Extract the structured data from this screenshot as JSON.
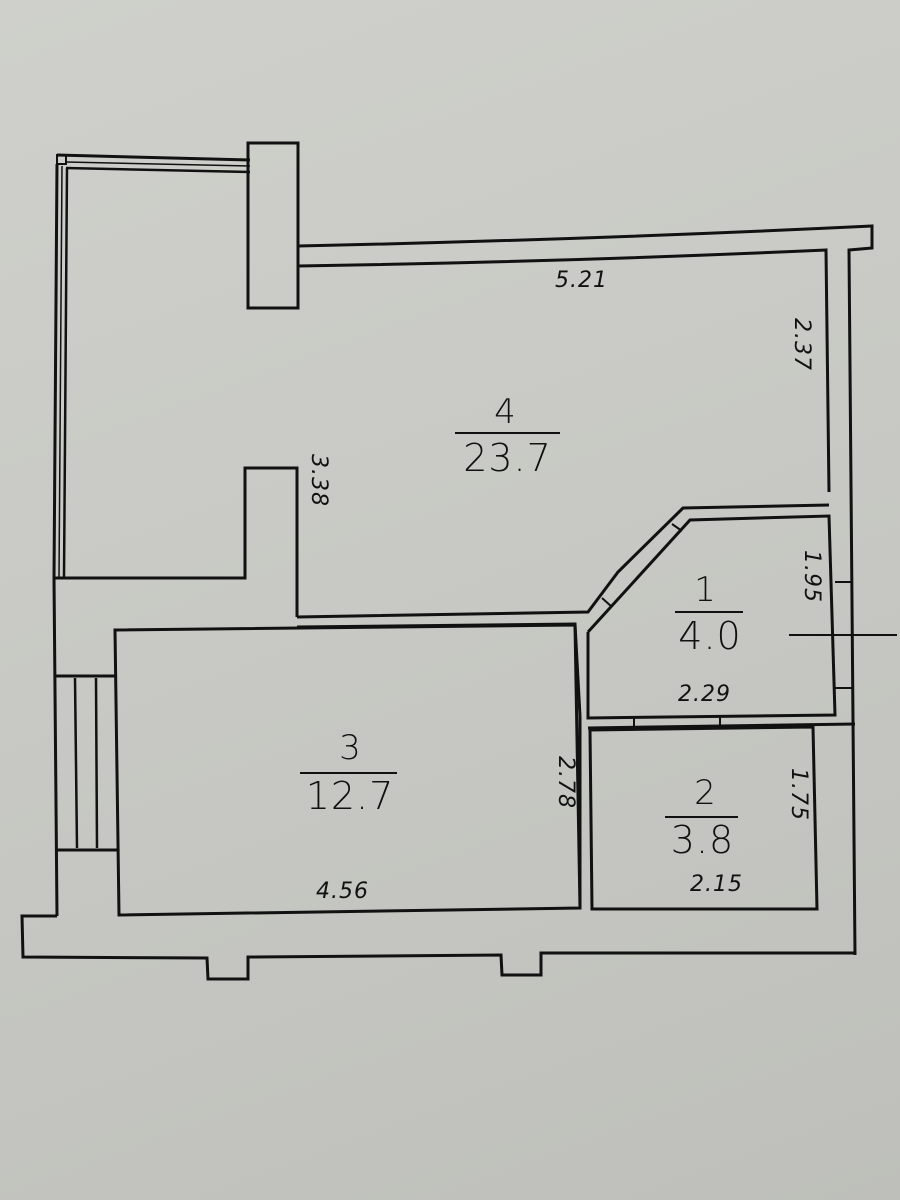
{
  "diagram": {
    "type": "apartment floor plan",
    "line_color": "#111111",
    "paper_color": "#c9cac5",
    "rooms": [
      {
        "number": "1",
        "area": "4.0",
        "dims": {
          "width": "2.29",
          "height": "1.95"
        }
      },
      {
        "number": "2",
        "area": "3.8",
        "dims": {
          "width": "2.15",
          "height": "1.75"
        }
      },
      {
        "number": "3",
        "area": "12.7",
        "dims": {
          "width": "4.56",
          "height": "2.78"
        }
      },
      {
        "number": "4",
        "area": "23.7",
        "dims": {
          "width": "5.21",
          "height": "2.37",
          "side": "3.38"
        }
      }
    ]
  }
}
